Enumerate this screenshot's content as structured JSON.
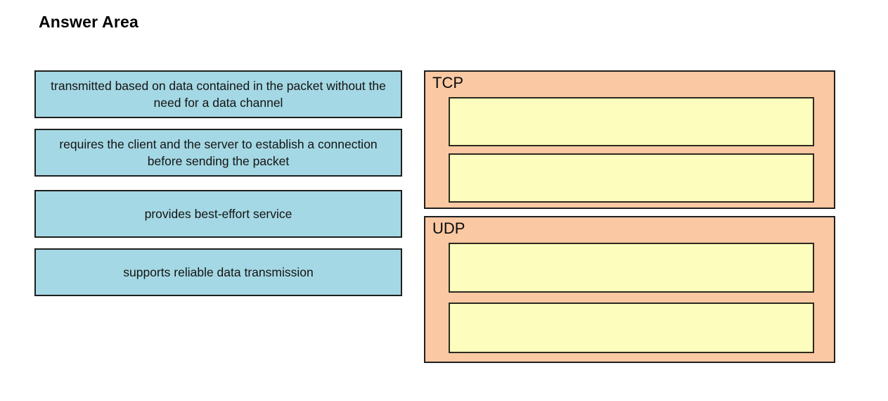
{
  "title": "Answer Area",
  "colors": {
    "card_blue": "#a4d8e4",
    "panel_peach": "#fac8a3",
    "slot_yellow": "#fdfdbd",
    "border_dark": "#1f1f1f",
    "text_dark": "#141414"
  },
  "draggables": [
    {
      "label": "transmitted based on data contained in the packet without the need for a data channel"
    },
    {
      "label": "requires the client and the server to establish a connection before sending the packet"
    },
    {
      "label": "provides best-effort service"
    },
    {
      "label": "supports reliable data transmission"
    }
  ],
  "targets": [
    {
      "label": "TCP",
      "slots": [
        {
          "value": ""
        },
        {
          "value": ""
        }
      ]
    },
    {
      "label": "UDP",
      "slots": [
        {
          "value": ""
        },
        {
          "value": ""
        }
      ]
    }
  ]
}
